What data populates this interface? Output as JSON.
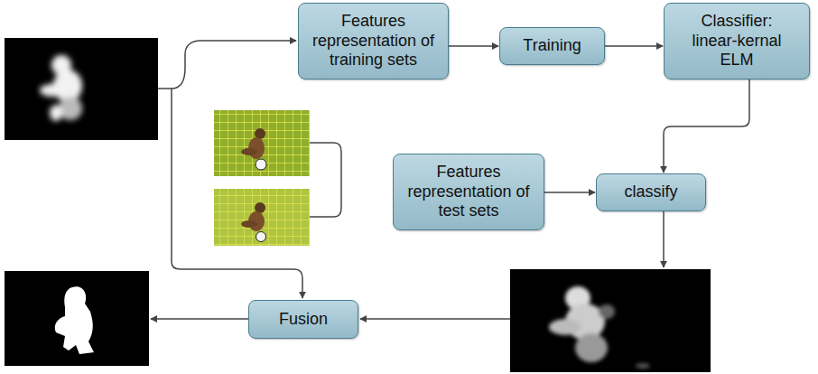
{
  "diagram": {
    "nodes": [
      {
        "text": [
          "Features representation of training sets"
        ]
      },
      {
        "text": [
          "Training"
        ]
      },
      {
        "text": [
          "Classifier: linear-kernal ELM"
        ]
      },
      {
        "text": [
          "Features representation of test sets"
        ]
      },
      {
        "text": [
          "classify"
        ]
      },
      {
        "text": [
          "Fusion"
        ]
      }
    ],
    "edges": [
      {
        "from": 0,
        "to": 1,
        "arrow": "to"
      },
      {
        "from": 1,
        "to": 2,
        "arrow": "to"
      },
      {
        "from": 2,
        "to": 4,
        "arrow": "to"
      },
      {
        "from": 3,
        "to": 4,
        "arrow": "to"
      }
    ]
  }
}
